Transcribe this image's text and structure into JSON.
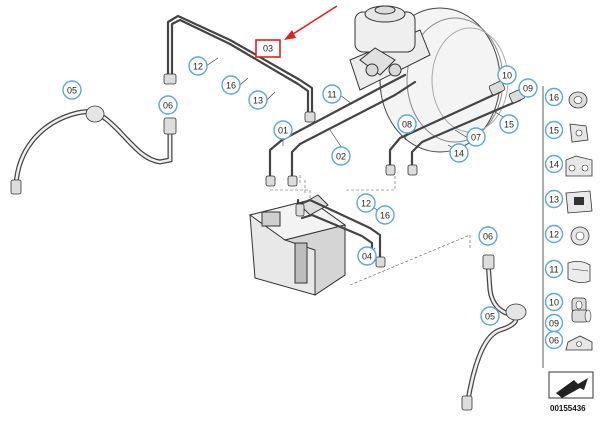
{
  "diagram": {
    "highlighted_callout": "03",
    "reference_number": "00155436",
    "callout_color": "#5aa9d6",
    "highlight_color": "#e02020",
    "main_callouts": [
      {
        "id": "c-12a",
        "label": "12"
      },
      {
        "id": "c-16a",
        "label": "16"
      },
      {
        "id": "c-13a",
        "label": "13"
      },
      {
        "id": "c-11a",
        "label": "11"
      },
      {
        "id": "c-05a",
        "label": "05"
      },
      {
        "id": "c-06a",
        "label": "06"
      },
      {
        "id": "c-01",
        "label": "01"
      },
      {
        "id": "c-02",
        "label": "02"
      },
      {
        "id": "c-08",
        "label": "08"
      },
      {
        "id": "c-07",
        "label": "07"
      },
      {
        "id": "c-14a",
        "label": "14"
      },
      {
        "id": "c-15a",
        "label": "15"
      },
      {
        "id": "c-10a",
        "label": "10"
      },
      {
        "id": "c-09a",
        "label": "09"
      },
      {
        "id": "c-12b",
        "label": "12"
      },
      {
        "id": "c-16b",
        "label": "16"
      },
      {
        "id": "c-04",
        "label": "04"
      },
      {
        "id": "c-06b",
        "label": "06"
      },
      {
        "id": "c-05b",
        "label": "05"
      }
    ],
    "parts_legend": [
      {
        "label": "16",
        "icon": "grommet-icon"
      },
      {
        "label": "15",
        "icon": "clip-icon"
      },
      {
        "label": "14",
        "icon": "double-clip-icon"
      },
      {
        "label": "13",
        "icon": "bracket-clip-icon"
      },
      {
        "label": "12",
        "icon": "round-clip-icon"
      },
      {
        "label": "11",
        "icon": "spring-clip-icon"
      },
      {
        "label": "10",
        "icon": "nut-icon"
      },
      {
        "label": "09",
        "icon": "fitting-icon"
      },
      {
        "label": "06",
        "icon": "holder-icon"
      }
    ]
  }
}
